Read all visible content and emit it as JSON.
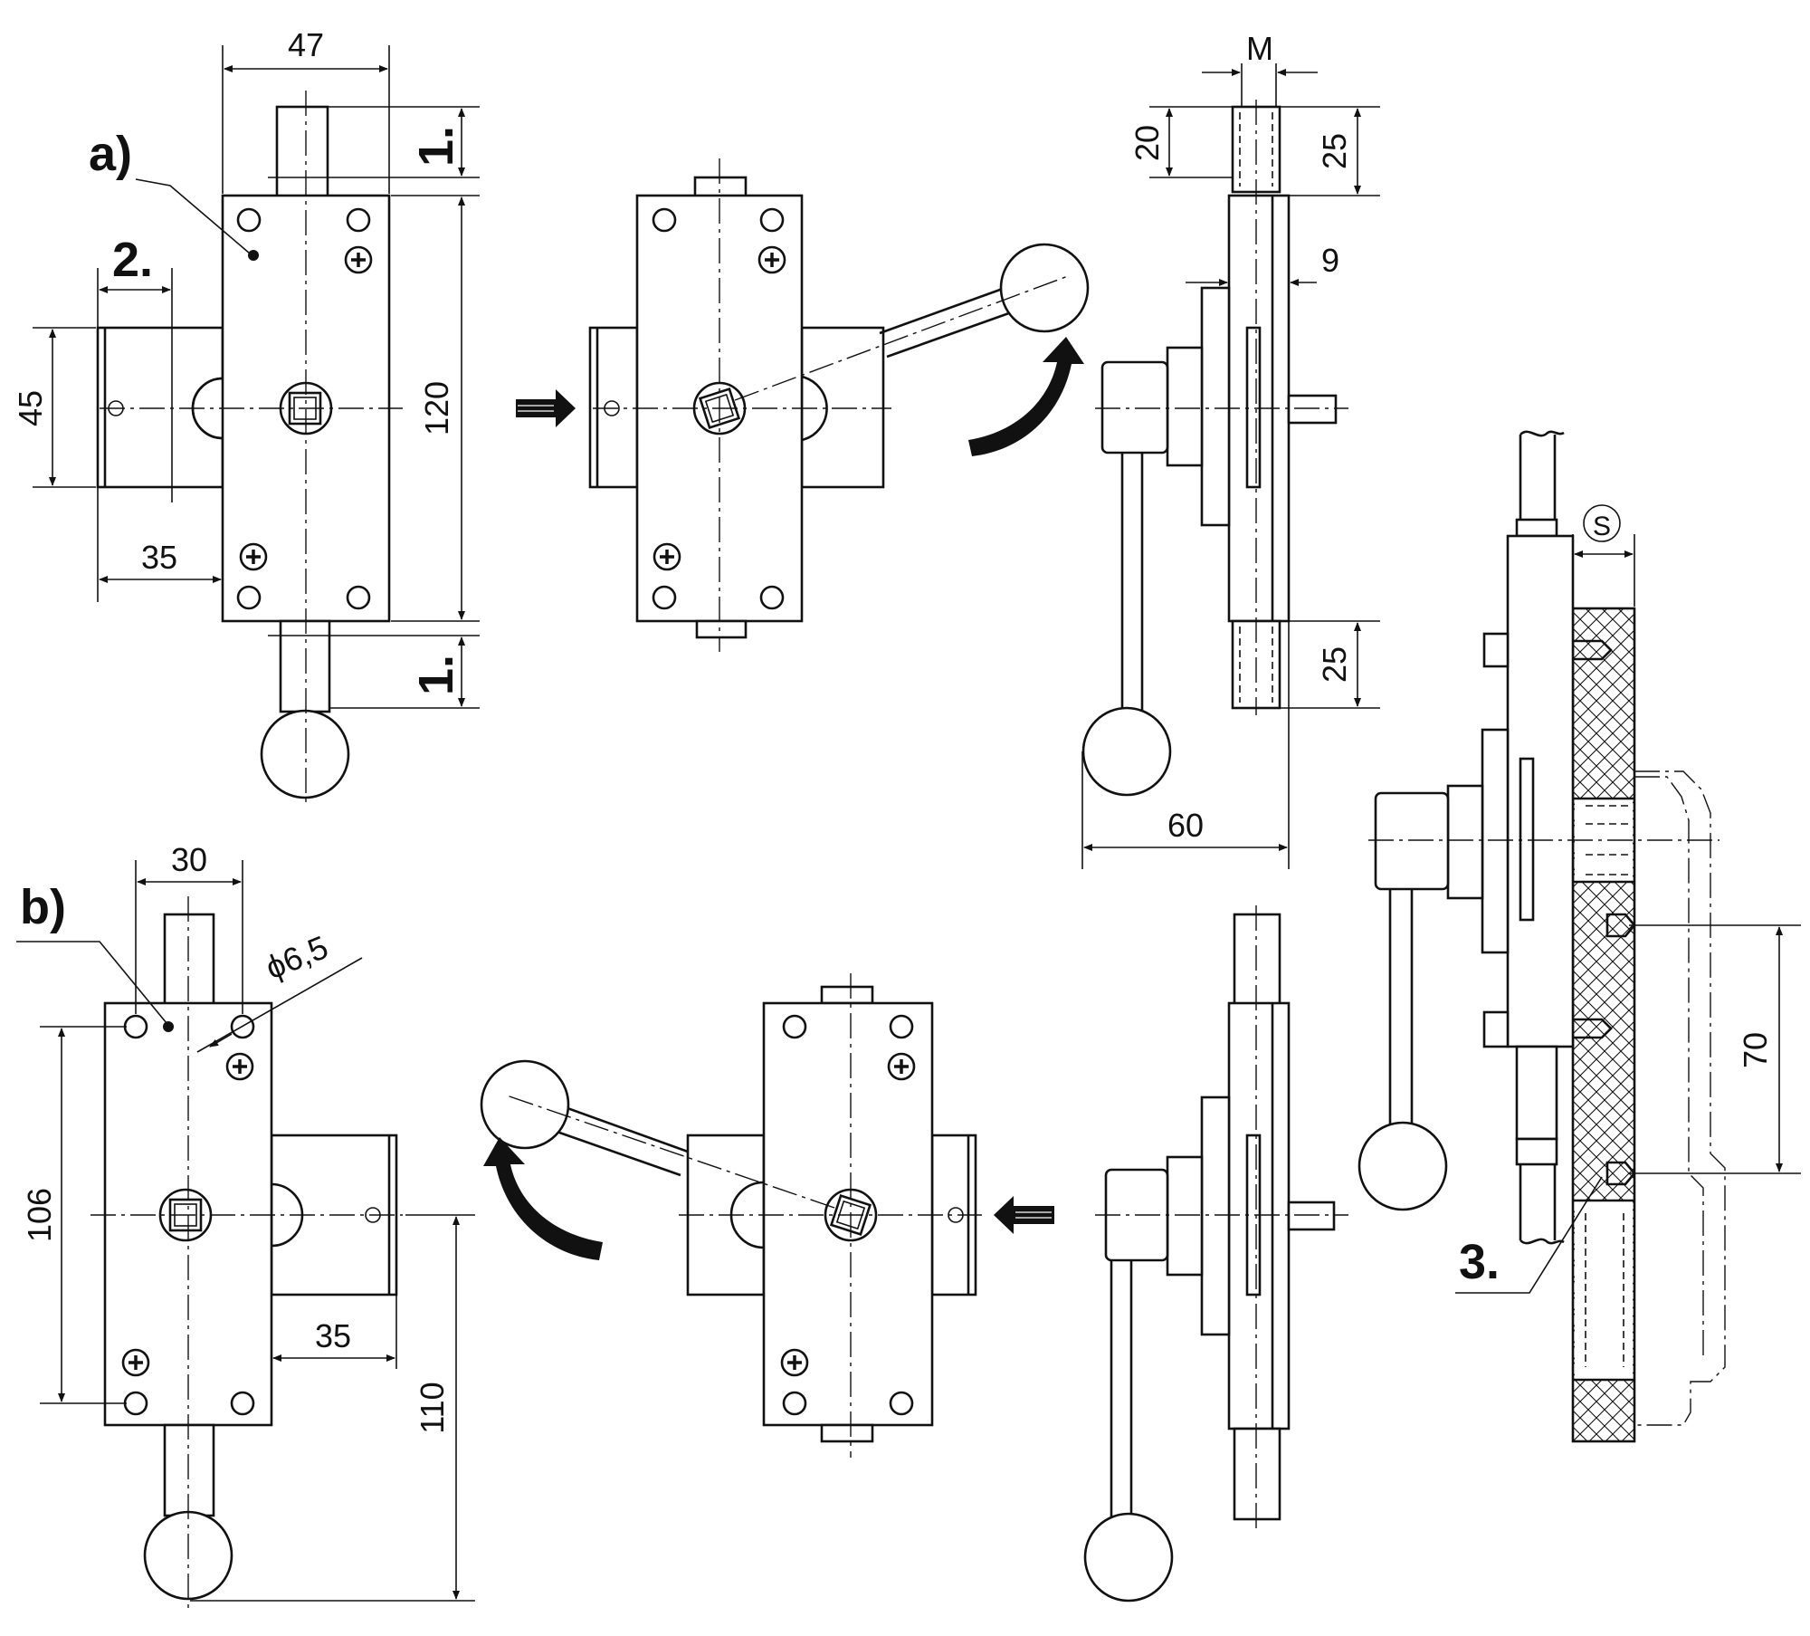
{
  "labels": {
    "a": "a)",
    "b": "b)",
    "step1_top": "1.",
    "step1_bottom": "1.",
    "step2": "2.",
    "step3": "3."
  },
  "dims": {
    "a_width_47": "47",
    "a_height_120": "120",
    "a_latch_45": "45",
    "a_latch_35": "35",
    "side_m": "M",
    "side_20": "20",
    "side_25_top": "25",
    "side_9": "9",
    "side_25_bottom": "25",
    "side_60": "60",
    "b_width_30": "30",
    "b_hole_dia": "ϕ6,5",
    "b_height_106": "106",
    "b_latch_35": "35",
    "b_height_110": "110",
    "mount_s": "S",
    "mount_70": "70"
  }
}
